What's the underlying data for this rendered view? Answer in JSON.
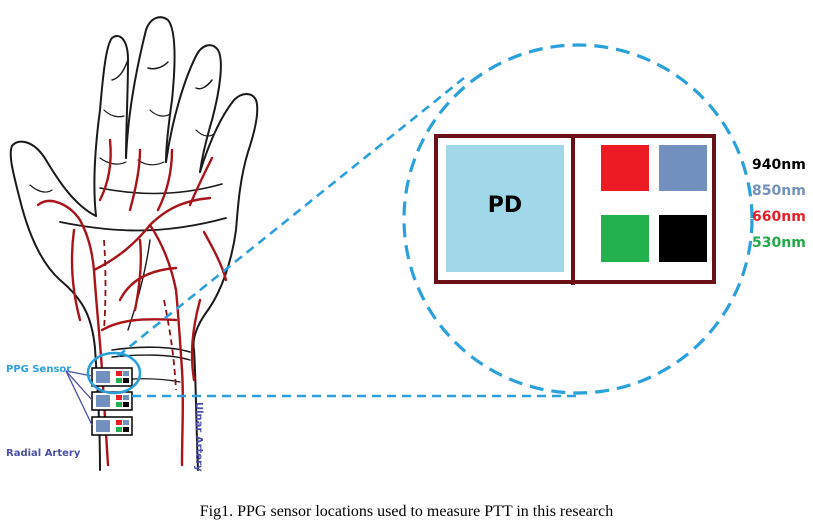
{
  "figure": {
    "caption": "Fig1. PPG sensor locations used to measure PTT in this research"
  },
  "labels": {
    "ppg_sensor": "PPG Sensor",
    "radial_artery": "Radial Artery",
    "ulnar_artery": "Ulnar Artery",
    "photodiode": "PD"
  },
  "wavelengths": [
    {
      "label": "940nm",
      "color": "#000000"
    },
    {
      "label": "850nm",
      "color": "#7391be"
    },
    {
      "label": "660nm",
      "color": "#e2202a"
    },
    {
      "label": "530nm",
      "color": "#23a84a"
    }
  ],
  "colors": {
    "accent_dashed": "#2aa0dc",
    "frame": "#6b1018",
    "photodiode_fill": "#a0d8ea",
    "artery": "#a8141a",
    "led_red": "#ed1c24",
    "led_blue": "#7391be",
    "led_green": "#22b14c",
    "led_black": "#000000"
  }
}
